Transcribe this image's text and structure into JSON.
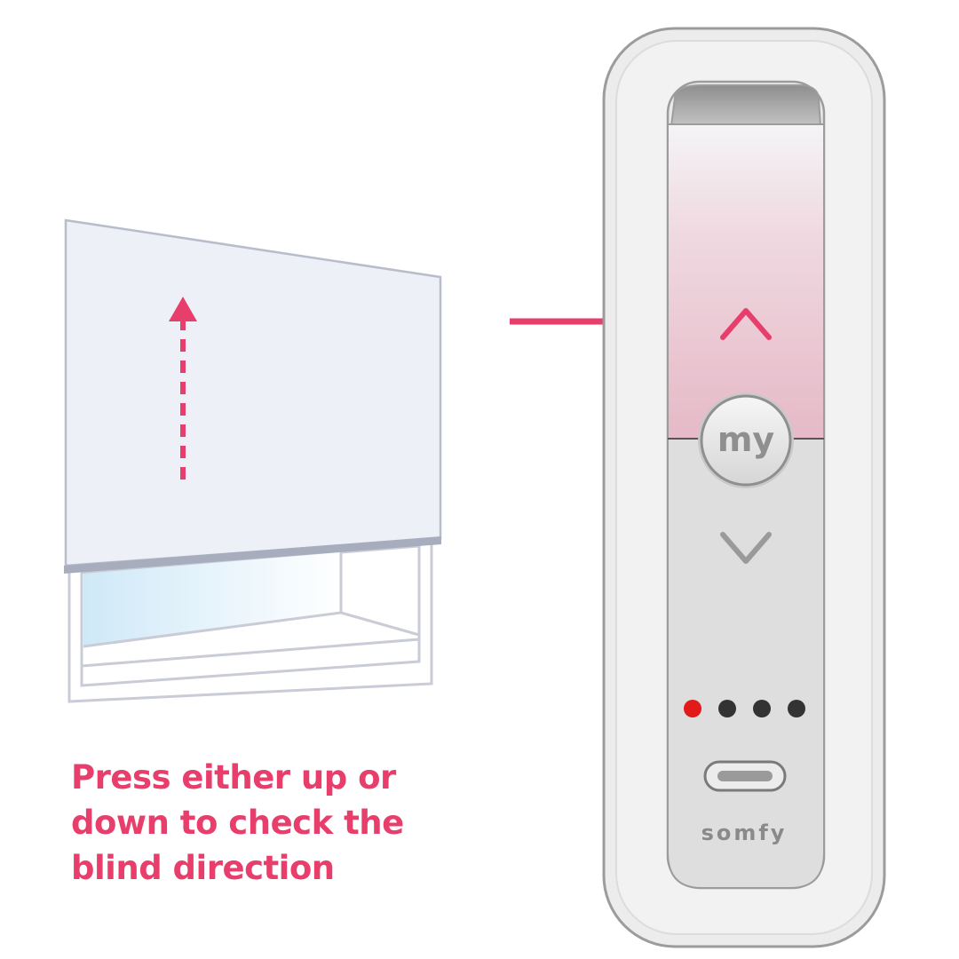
{
  "instruction": {
    "lines": [
      "Press either up or",
      "down to check the",
      "blind direction"
    ]
  },
  "remote": {
    "brand": "somfy",
    "my_button_label": "my",
    "leds": [
      {
        "name": "led-1",
        "active": true
      },
      {
        "name": "led-2",
        "active": false
      },
      {
        "name": "led-3",
        "active": false
      },
      {
        "name": "led-4",
        "active": false
      }
    ]
  },
  "colors": {
    "accent": "#e83e6c",
    "blind": "#eef0f8",
    "blind_outline": "#b8bdcc",
    "window_frame": "#c9ccd6",
    "glass": "#d4ecfa",
    "remote_body": "#eeeeee",
    "remote_outline": "#9c9c9c",
    "keypad_upper": "#e7bfcc",
    "keypad_lower": "#dcdcdc",
    "led_active": "#e21a1a",
    "led_inactive": "#333333"
  }
}
